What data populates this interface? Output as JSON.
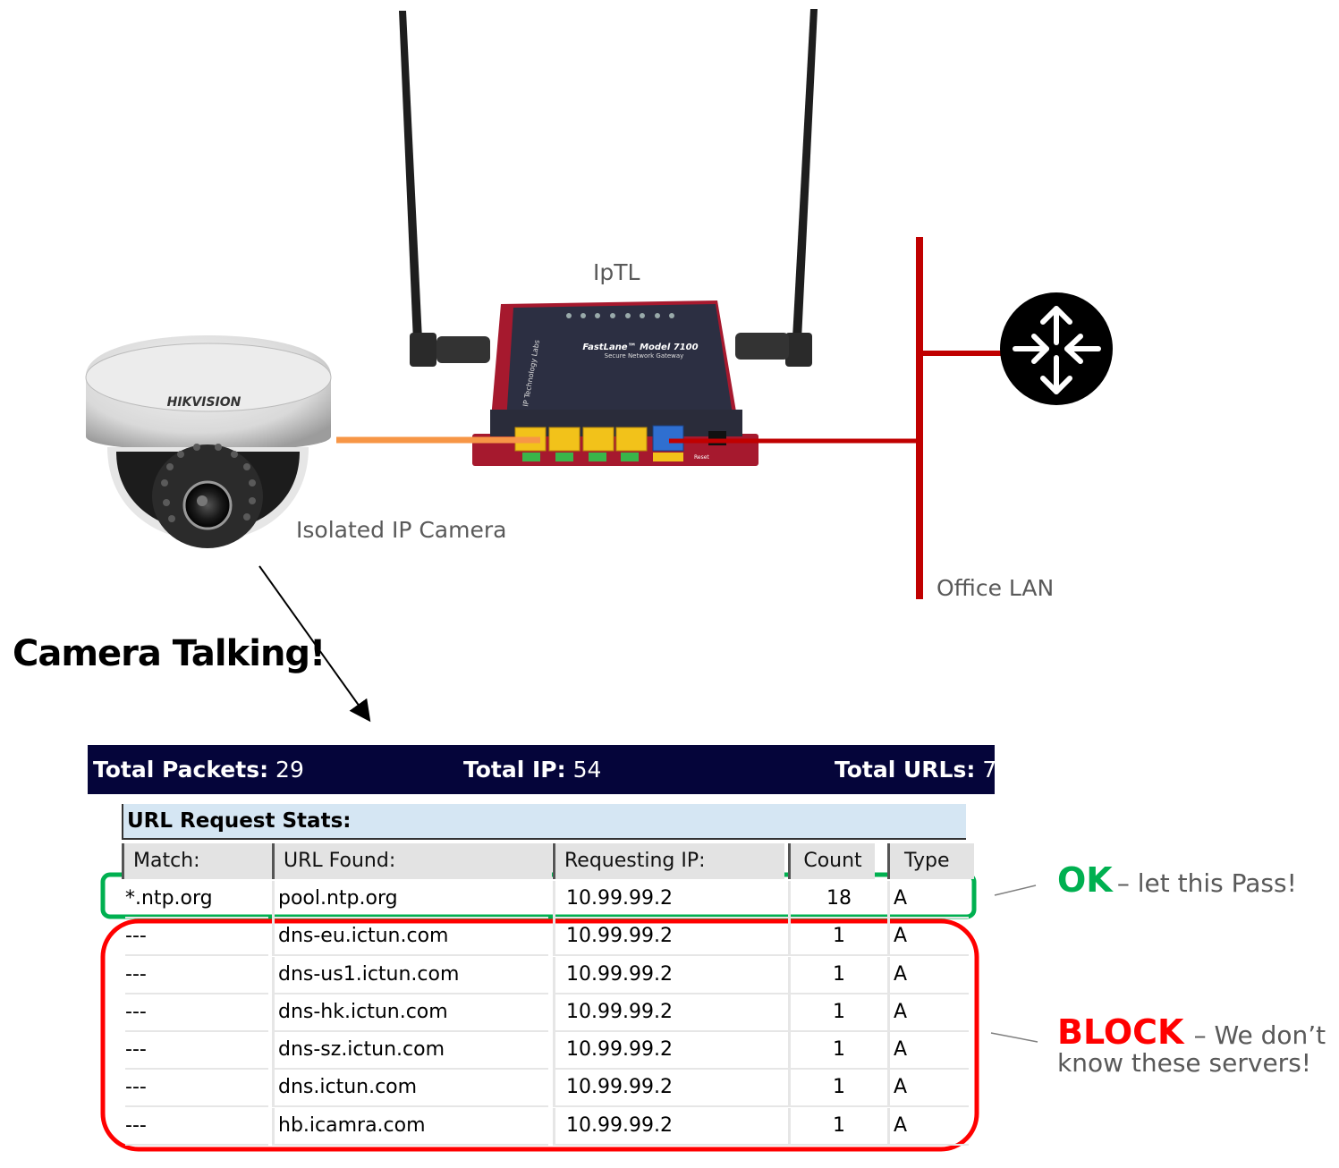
{
  "labels": {
    "router": "IpTL",
    "camera": "Isolated IP Camera",
    "lan": "Office LAN",
    "camera_brand": "HIKVISION",
    "router_model": "FastLane™ Model 7100",
    "router_sub": "Secure Network Gateway",
    "router_side": "IP Technology Labs",
    "reset": "Reset",
    "talking": "Camera Talking!"
  },
  "totals": {
    "packets_label": "Total Packets:",
    "packets_value": "29",
    "ip_label": "Total IP:",
    "ip_value": "54",
    "urls_label": "Total URLs:",
    "urls_value": "7"
  },
  "table": {
    "caption": "URL Request Stats:",
    "headers": [
      "Match:",
      "URL Found:",
      "Requesting IP:",
      "Count",
      "Type"
    ],
    "rows": [
      [
        "*.ntp.org",
        "pool.ntp.org",
        "10.99.99.2",
        "18",
        "A"
      ],
      [
        "---",
        "dns-eu.ictun.com",
        "10.99.99.2",
        "1",
        "A"
      ],
      [
        "---",
        "dns-us1.ictun.com",
        "10.99.99.2",
        "1",
        "A"
      ],
      [
        "---",
        "dns-hk.ictun.com",
        "10.99.99.2",
        "1",
        "A"
      ],
      [
        "---",
        "dns-sz.ictun.com",
        "10.99.99.2",
        "1",
        "A"
      ],
      [
        "---",
        "dns.ictun.com",
        "10.99.99.2",
        "1",
        "A"
      ],
      [
        "---",
        "hb.icamra.com",
        "10.99.99.2",
        "1",
        "A"
      ]
    ]
  },
  "annotations": {
    "ok_word": "OK",
    "ok_text": "– let this Pass!",
    "block_word": "BLOCK",
    "block_text": "– We don’t",
    "block_text2": "know these servers!"
  },
  "colors": {
    "ok": "#00b050",
    "block": "#ff0000",
    "lan_line": "#c00000",
    "camera_cable": "#f79646",
    "header_bar": "#05053a",
    "caption_bg": "#d5e6f3"
  }
}
